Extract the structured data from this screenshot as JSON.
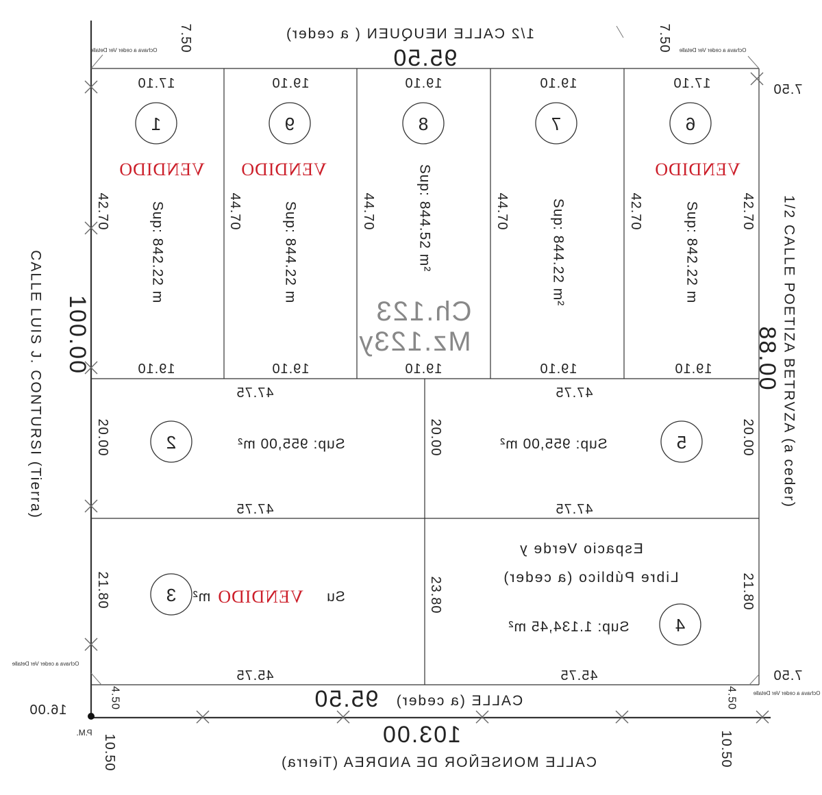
{
  "streets": {
    "top": "1/2 CALLE NEUQUEN ( a ceder)",
    "bottom_inner": "CALLE (a ceder)",
    "bottom_outer": "CALLE MONSEÑOR DE ANDREA (Tierra)",
    "left": "CALLE LUIS J. CONTURSI (Tierra)",
    "right": "1/2 CALLE POETIZA BETRVZA (a ceder)"
  },
  "dimensions": {
    "top_total": "95.50",
    "bottom_inner_total": "95.50",
    "bottom_outer_total": "103.00",
    "left_total": "100.00",
    "right_total": "88.00",
    "top_left_street": "7.50",
    "top_right_street": "7.50",
    "right_top": "7.50",
    "right_bottom": "7.50",
    "left_bottom_street": "16.00",
    "bottom_left_small": "4.50",
    "bottom_right_small": "4.50",
    "bottom_left_vertical": "10.50",
    "bottom_right_vertical": "10.50",
    "pm_label": "P.M."
  },
  "block": {
    "chacra": "Ch.123",
    "manzana": "Mz.123y"
  },
  "lots": [
    {
      "number": "1",
      "status": "VENDIDO",
      "top": "17.10",
      "bottom": "19.10",
      "side": "42.70",
      "sup": "Sup: 842.22 m"
    },
    {
      "number": "9",
      "status": "VENDIDO",
      "top": "19.10",
      "bottom": "19.10",
      "side": "44.70",
      "sup": "Sup: 844.22 m"
    },
    {
      "number": "8",
      "status": "",
      "top": "19.10",
      "bottom": "19.10",
      "side": "44.70",
      "sup": "Sup: 844.52 m²"
    },
    {
      "number": "7",
      "status": "",
      "top": "19.10",
      "bottom": "19.10",
      "side": "44.70",
      "sup": "Sup: 844.22 m²"
    },
    {
      "number": "6",
      "status": "VENDIDO",
      "top": "17.10",
      "bottom": "19.10",
      "side": "42.70",
      "sup": "Sup: 842.22 m"
    },
    {
      "number": "2",
      "status": "",
      "top": "47.75",
      "bottom": "47.75",
      "side": "20.00",
      "sup": "Sup: 955,00 m²"
    },
    {
      "number": "5",
      "status": "",
      "top": "47.75",
      "bottom": "47.75",
      "side": "20.00",
      "sup": "Sup: 955,00 m²"
    },
    {
      "number": "3",
      "status": "VENDIDO",
      "bottom": "45.75",
      "side": "21.80",
      "side_inner": "23.80",
      "sup_prefix": "Su",
      "sup_suffix": "m²"
    },
    {
      "number": "4",
      "status": "",
      "bottom": "45.75",
      "side": "21.80",
      "sup": "Sup: 1.134,45 m²",
      "description_1": "Espacio Verde y",
      "description_2": "Libre Público (a ceder)"
    }
  ],
  "notes": {
    "ochava_top_left": "Ochava a ceder\nVer Detalle",
    "ochava_top_right": "Ochava a ceder\nVer Detalle",
    "ochava_bottom_left": "Ochava a ceder\nVer Detalle",
    "ochava_bottom_right": "Ochava a ceder\nVer Detalle"
  }
}
